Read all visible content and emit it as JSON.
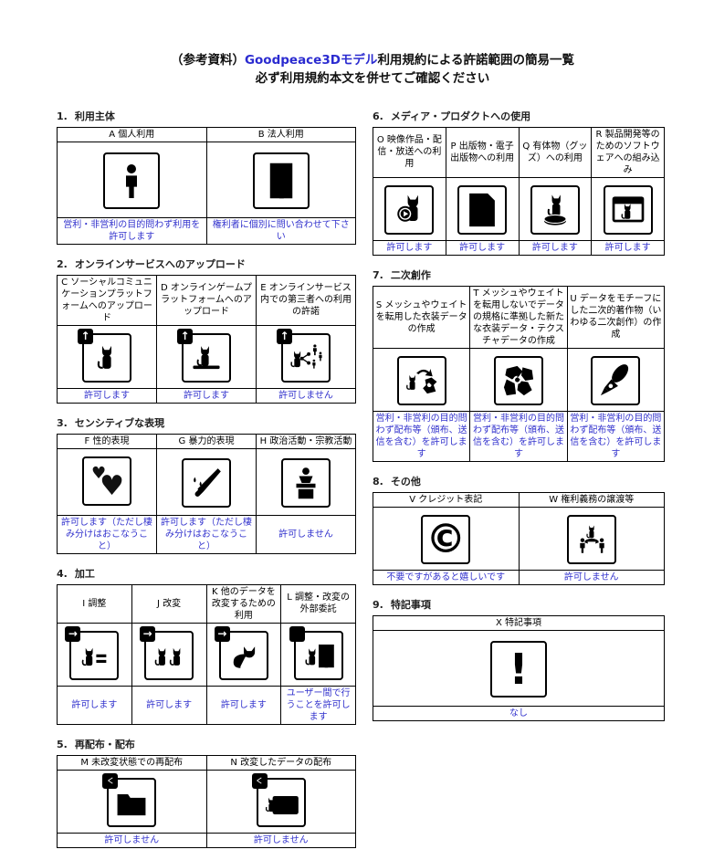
{
  "title": {
    "prefix": "（参考資料）",
    "brand": "Goodpeace3Dモデル",
    "suffix": "利用規約による許諾範囲の簡易一覧",
    "line2": "必ず利用規約本文を併せてご確認ください"
  },
  "colors": {
    "result_text": "#3232cd",
    "brand_text": "#2b2bd0",
    "border": "#000000"
  },
  "sections": [
    {
      "no": "1.",
      "heading": "利用主体",
      "items": [
        {
          "id": "A",
          "label": "A 個人利用",
          "icon": "person-icon",
          "result": "営利・非営利の目的問わず利用を許可します"
        },
        {
          "id": "B",
          "label": "B 法人利用",
          "icon": "building-icon",
          "result": "権利者に個別に問い合わせて下さい"
        }
      ]
    },
    {
      "no": "2.",
      "heading": "オンラインサービスへのアップロード",
      "items": [
        {
          "id": "C",
          "label": "C ソーシャルコミュニケーションプラットフォームへのアップロード",
          "icon": "upload-cat-icon",
          "result": "許可します"
        },
        {
          "id": "D",
          "label": "D オンラインゲームプラットフォームへのアップロード",
          "icon": "upload-cat-desk-icon",
          "result": "許可します"
        },
        {
          "id": "E",
          "label": "E オンラインサービス内での第三者への利用の許諾",
          "icon": "upload-share-users-icon",
          "result": "許可しません"
        }
      ]
    },
    {
      "no": "3.",
      "heading": "センシティブな表現",
      "items": [
        {
          "id": "F",
          "label": "F 性的表現",
          "icon": "hearts-icon",
          "result": "許可します（ただし棲み分けはおこなうこと）"
        },
        {
          "id": "G",
          "label": "G 暴力的表現",
          "icon": "knife-icon",
          "result": "許可します（ただし棲み分けはおこなうこと）"
        },
        {
          "id": "H",
          "label": "H 政治活動・宗教活動",
          "icon": "podium-speaker-icon",
          "result": "許可しません"
        }
      ]
    },
    {
      "no": "4.",
      "heading": "加工",
      "items": [
        {
          "id": "I",
          "label": "I 調整",
          "icon": "arrow-cat-equals-icon",
          "result": "許可します"
        },
        {
          "id": "J",
          "label": "J 改変",
          "icon": "arrow-two-cats-icon",
          "result": "許可します"
        },
        {
          "id": "K",
          "label": "K 他のデータを改変するための利用",
          "icon": "arrow-cat-partial-icon",
          "result": "許可します"
        },
        {
          "id": "L",
          "label": "L 調整・改変の外部委託",
          "icon": "outsource-cat-person-icon",
          "result": "ユーザー間で行うことを許可します"
        }
      ]
    },
    {
      "no": "5.",
      "heading": "再配布・配布",
      "items": [
        {
          "id": "M",
          "label": "M 未改変状態での再配布",
          "icon": "share-folder-cat-icon",
          "result": "許可しません"
        },
        {
          "id": "N",
          "label": "N 改変したデータの配布",
          "icon": "share-cats-transfer-icon",
          "result": "許可しません"
        }
      ]
    },
    {
      "no": "6.",
      "heading": "メディア・プロダクトへの使用",
      "items": [
        {
          "id": "O",
          "label": "O 映像作品・配信・放送への利用",
          "icon": "cat-play-icon",
          "result": "許可します"
        },
        {
          "id": "P",
          "label": "P 出版物・電子出版物への利用",
          "icon": "page-cat-icon",
          "result": "許可します"
        },
        {
          "id": "Q",
          "label": "Q 有体物（グッズ）への利用",
          "icon": "cat-pedestal-icon",
          "result": "許可します"
        },
        {
          "id": "R",
          "label": "R 製品開発等のためのソフトウェアへの組み込み",
          "icon": "window-cat-icon",
          "result": "許可します"
        }
      ]
    },
    {
      "no": "7.",
      "heading": "二次創作",
      "items": [
        {
          "id": "S",
          "label": "S メッシュやウェイトを転用した衣装データの作成",
          "icon": "cat-recycle-costume-icon",
          "result": "営利・非営利の目的問わず配布等（頒布、送信を含む）を許可します"
        },
        {
          "id": "T",
          "label": "T メッシュやウェイトを転用しないでデータの規格に準拠した新たな衣装データ・テクスチャデータの作成",
          "icon": "costume-pieces-icon",
          "result": "営利・非営利の目的問わず配布等（頒布、送信を含む）を許可します"
        },
        {
          "id": "U",
          "label": "U データをモチーフにした二次的著作物（いわゆる二次創作）の作成",
          "icon": "pen-nib-icon",
          "result": "営利・非営利の目的問わず配布等（頒布、送信を含む）を許可します"
        }
      ]
    },
    {
      "no": "8.",
      "heading": "その他",
      "items": [
        {
          "id": "V",
          "label": "V クレジット表記",
          "icon": "copyright-icon",
          "result": "不要ですがあると嬉しいです"
        },
        {
          "id": "W",
          "label": "W 権利義務の譲渡等",
          "icon": "people-exchange-cat-icon",
          "result": "許可しません"
        }
      ]
    },
    {
      "no": "9.",
      "heading": "特記事項",
      "items": [
        {
          "id": "X",
          "label": "X 特記事項",
          "icon": "exclamation-icon",
          "result": "なし"
        }
      ]
    }
  ]
}
